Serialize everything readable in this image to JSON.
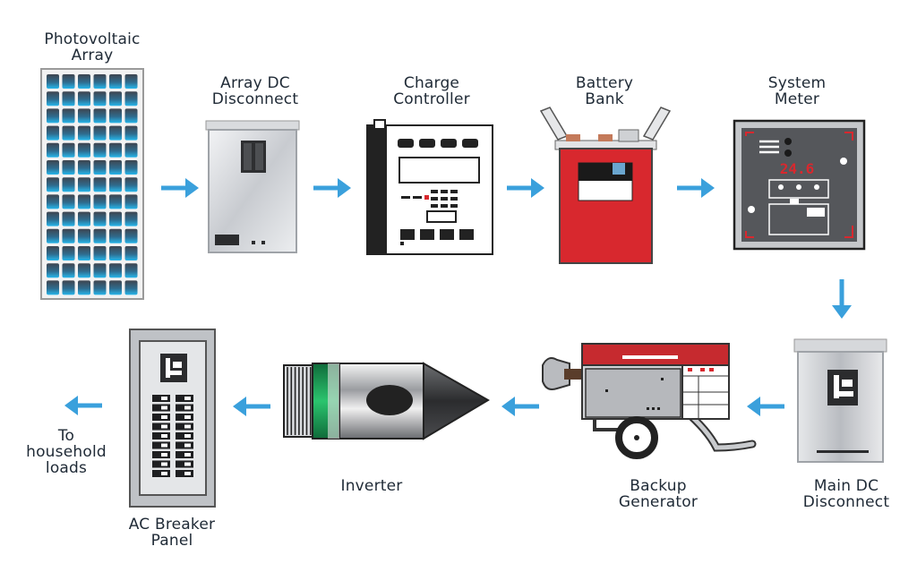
{
  "diagram": {
    "components": [
      {
        "id": "pv-array",
        "label_lines": [
          "Photovoltaic",
          "Array"
        ]
      },
      {
        "id": "array-dc-disconnect",
        "label_lines": [
          "Array DC",
          "Disconnect"
        ]
      },
      {
        "id": "charge-controller",
        "label_lines": [
          "Charge",
          "Controller"
        ]
      },
      {
        "id": "battery-bank",
        "label_lines": [
          "Battery",
          "Bank"
        ]
      },
      {
        "id": "system-meter",
        "label_lines": [
          "System",
          "Meter"
        ],
        "display_value": "24.6"
      },
      {
        "id": "main-dc-disconnect",
        "label_lines": [
          "Main DC",
          "Disconnect"
        ]
      },
      {
        "id": "backup-generator",
        "label_lines": [
          "Backup",
          "Generator"
        ]
      },
      {
        "id": "inverter",
        "label_lines": [
          "Inverter"
        ]
      },
      {
        "id": "ac-breaker-panel",
        "label_lines": [
          "AC Breaker",
          "Panel"
        ]
      },
      {
        "id": "household-loads",
        "label_lines": [
          "To",
          "household",
          "loads"
        ]
      }
    ],
    "flow": [
      {
        "from": "pv-array",
        "to": "array-dc-disconnect",
        "direction": "right"
      },
      {
        "from": "array-dc-disconnect",
        "to": "charge-controller",
        "direction": "right"
      },
      {
        "from": "charge-controller",
        "to": "battery-bank",
        "direction": "right"
      },
      {
        "from": "battery-bank",
        "to": "system-meter",
        "direction": "right"
      },
      {
        "from": "system-meter",
        "to": "main-dc-disconnect",
        "direction": "down"
      },
      {
        "from": "main-dc-disconnect",
        "to": "backup-generator",
        "direction": "left"
      },
      {
        "from": "backup-generator",
        "to": "inverter",
        "direction": "left"
      },
      {
        "from": "inverter",
        "to": "ac-breaker-panel",
        "direction": "left"
      },
      {
        "from": "ac-breaker-panel",
        "to": "household-loads",
        "direction": "left"
      }
    ],
    "colors": {
      "arrow": "#3aa0dc",
      "label": "#1f2a36",
      "battery": "#d8282e",
      "generator_accent": "#c62a2f",
      "meter_face": "#55575b",
      "meter_accent": "#d8282e",
      "inverter_accent": "#1fa35c",
      "panel_metal": "#c9ccd0"
    }
  }
}
